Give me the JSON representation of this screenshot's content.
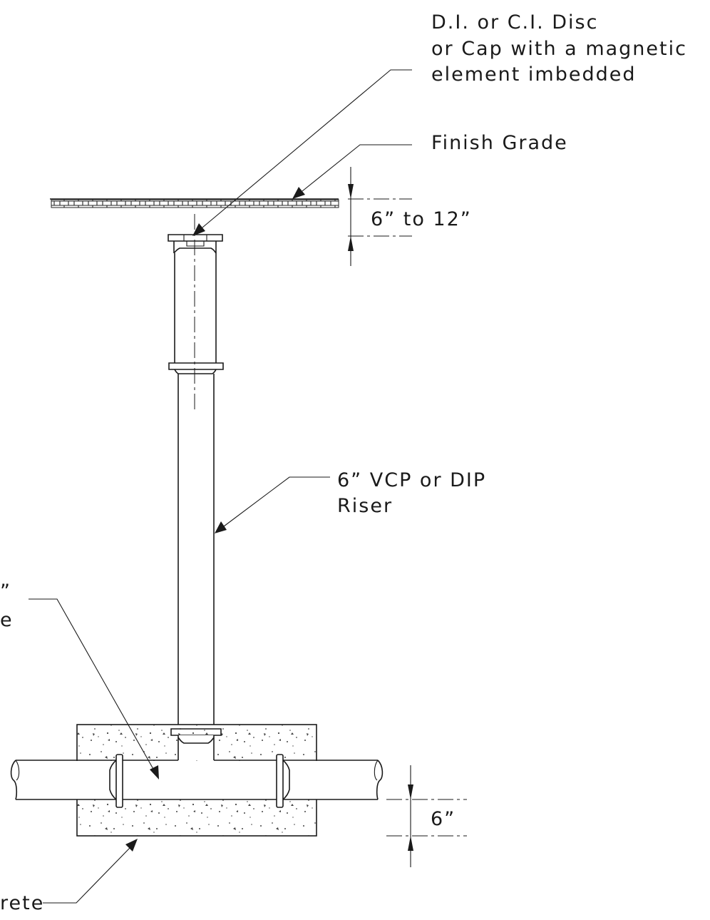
{
  "labels": {
    "disc_line1": "D.I. or C.I. Disc",
    "disc_line2": "or Cap with a magnetic",
    "disc_line3": "element imbedded",
    "finish_grade": "Finish Grade",
    "depth_dim": "6” to 12”",
    "riser_line1": "6” VCP or DIP",
    "riser_line2": "Riser",
    "tee_line1": "”",
    "tee_line2": "e",
    "concrete": "rete",
    "bottom_dim": "6”"
  }
}
